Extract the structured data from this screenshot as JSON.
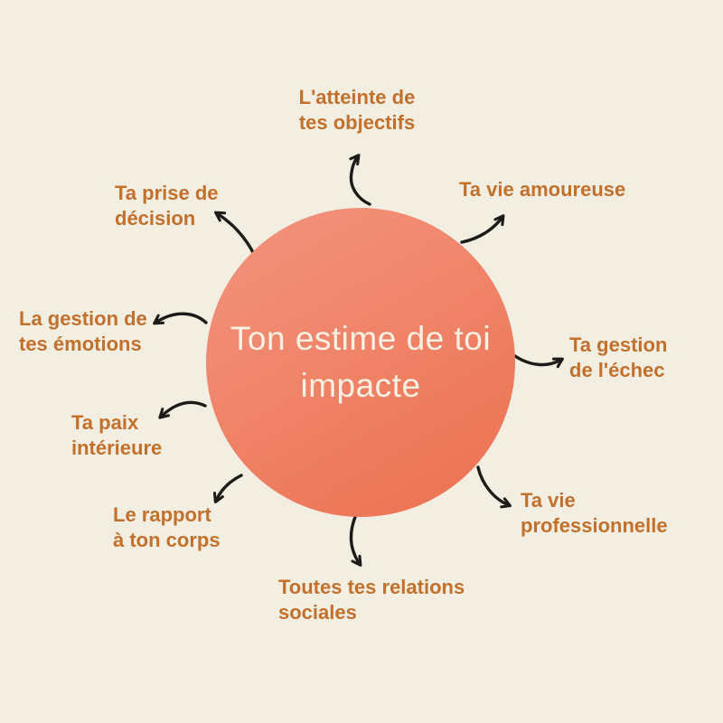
{
  "colors": {
    "bg": "#f2eee1",
    "label": "#c2702c",
    "arrow": "#1d1b18",
    "circle-start": "#f3947f",
    "circle-end": "#ec7150",
    "circle-text": "#f7f1e3"
  },
  "center": {
    "line1": "Ton estime de toi",
    "line2": "impacte"
  },
  "labels": [
    {
      "name": "atteinte-objectifs",
      "lines": [
        "L'atteinte de",
        "tes objectifs"
      ]
    },
    {
      "name": "vie-amoureuse",
      "lines": [
        "Ta vie amoureuse"
      ]
    },
    {
      "name": "gestion-echec",
      "lines": [
        "Ta gestion",
        "de l'échec"
      ]
    },
    {
      "name": "vie-professionnelle",
      "lines": [
        "Ta vie",
        "professionnelle"
      ]
    },
    {
      "name": "relations-sociales",
      "lines": [
        "Toutes tes relations",
        "sociales"
      ]
    },
    {
      "name": "rapport-corps",
      "lines": [
        "Le rapport",
        "à ton corps"
      ]
    },
    {
      "name": "paix-interieure",
      "lines": [
        "Ta paix",
        "intérieure"
      ]
    },
    {
      "name": "gestion-emotions",
      "lines": [
        "La gestion de",
        "tes émotions"
      ]
    },
    {
      "name": "prise-decision",
      "lines": [
        "Ta prise de",
        "décision"
      ]
    }
  ]
}
